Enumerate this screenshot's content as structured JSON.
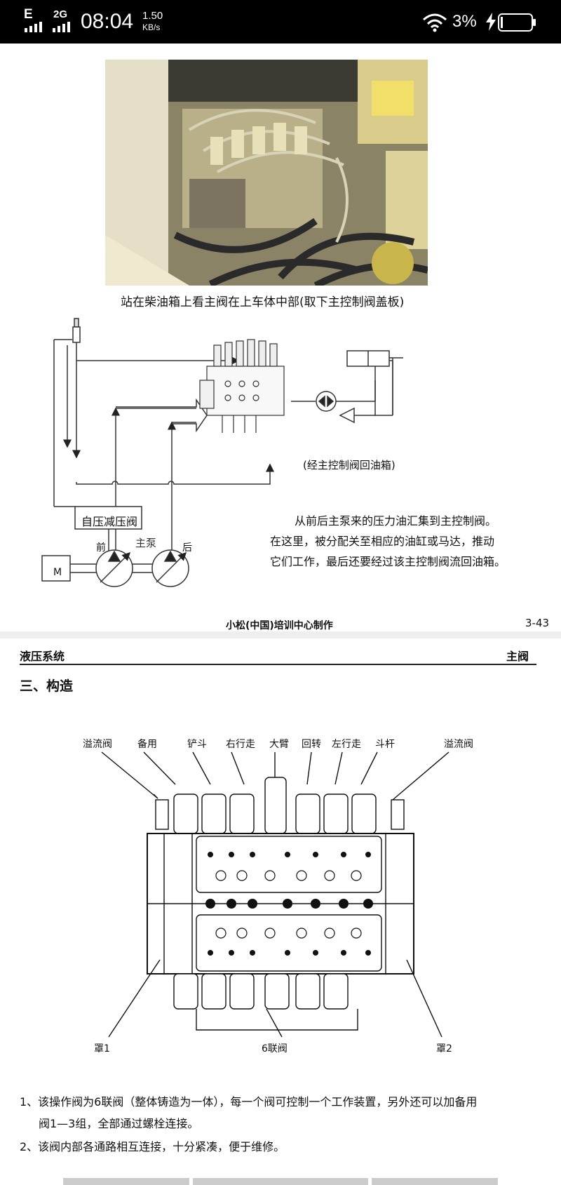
{
  "status_bar": {
    "network_type": "E",
    "network_type2": "2G",
    "time": "08:04",
    "speed_value": "1.50",
    "speed_unit": "KB/s",
    "battery": "3%",
    "icons": [
      "signal-icon",
      "signal-icon",
      "wifi-icon",
      "charging-icon",
      "battery-icon"
    ]
  },
  "page1": {
    "photo_caption": "站在柴油箱上看主阀在上车体中部(取下主控制阀盖板)",
    "return_note": "(经主控制阀回油箱)",
    "valve_label": "自压减压阀",
    "front_label": "前",
    "pump_label": "主泵",
    "rear_label": "后",
    "motor_label": "M",
    "description": [
      "从前后主泵来的压力油汇集到主控制阀。",
      "在这里，被分配关至相应的油缸或马达，推动",
      "它们工作，最后还要经过该主控制阀流回油箱。"
    ],
    "footer_center": "小松(中国)培训中心制作",
    "page_number": "3-43"
  },
  "page2": {
    "header_left": "液压系统",
    "header_right": "主阀",
    "section_title": "三、构造",
    "top_labels": [
      "溢流阀",
      "备用",
      "铲斗",
      "右行走",
      "大臂",
      "回转",
      "左行走",
      "斗杆",
      "溢流阀"
    ],
    "bottom_labels": [
      "罩1",
      "6联阀",
      "罩2"
    ],
    "notes": [
      "1、该操作阀为6联阀（整体铸造为一体），每一个阀可控制一个工作装置，另外还可以加备用",
      "阀1—3组，全部通过螺栓连接。",
      "2、该阀内部各通路相互连接，十分紧凑，便于维修。"
    ]
  },
  "colors": {
    "status_bg": "#000000",
    "page_bg": "#ffffff",
    "divider": "#eeeeee"
  }
}
